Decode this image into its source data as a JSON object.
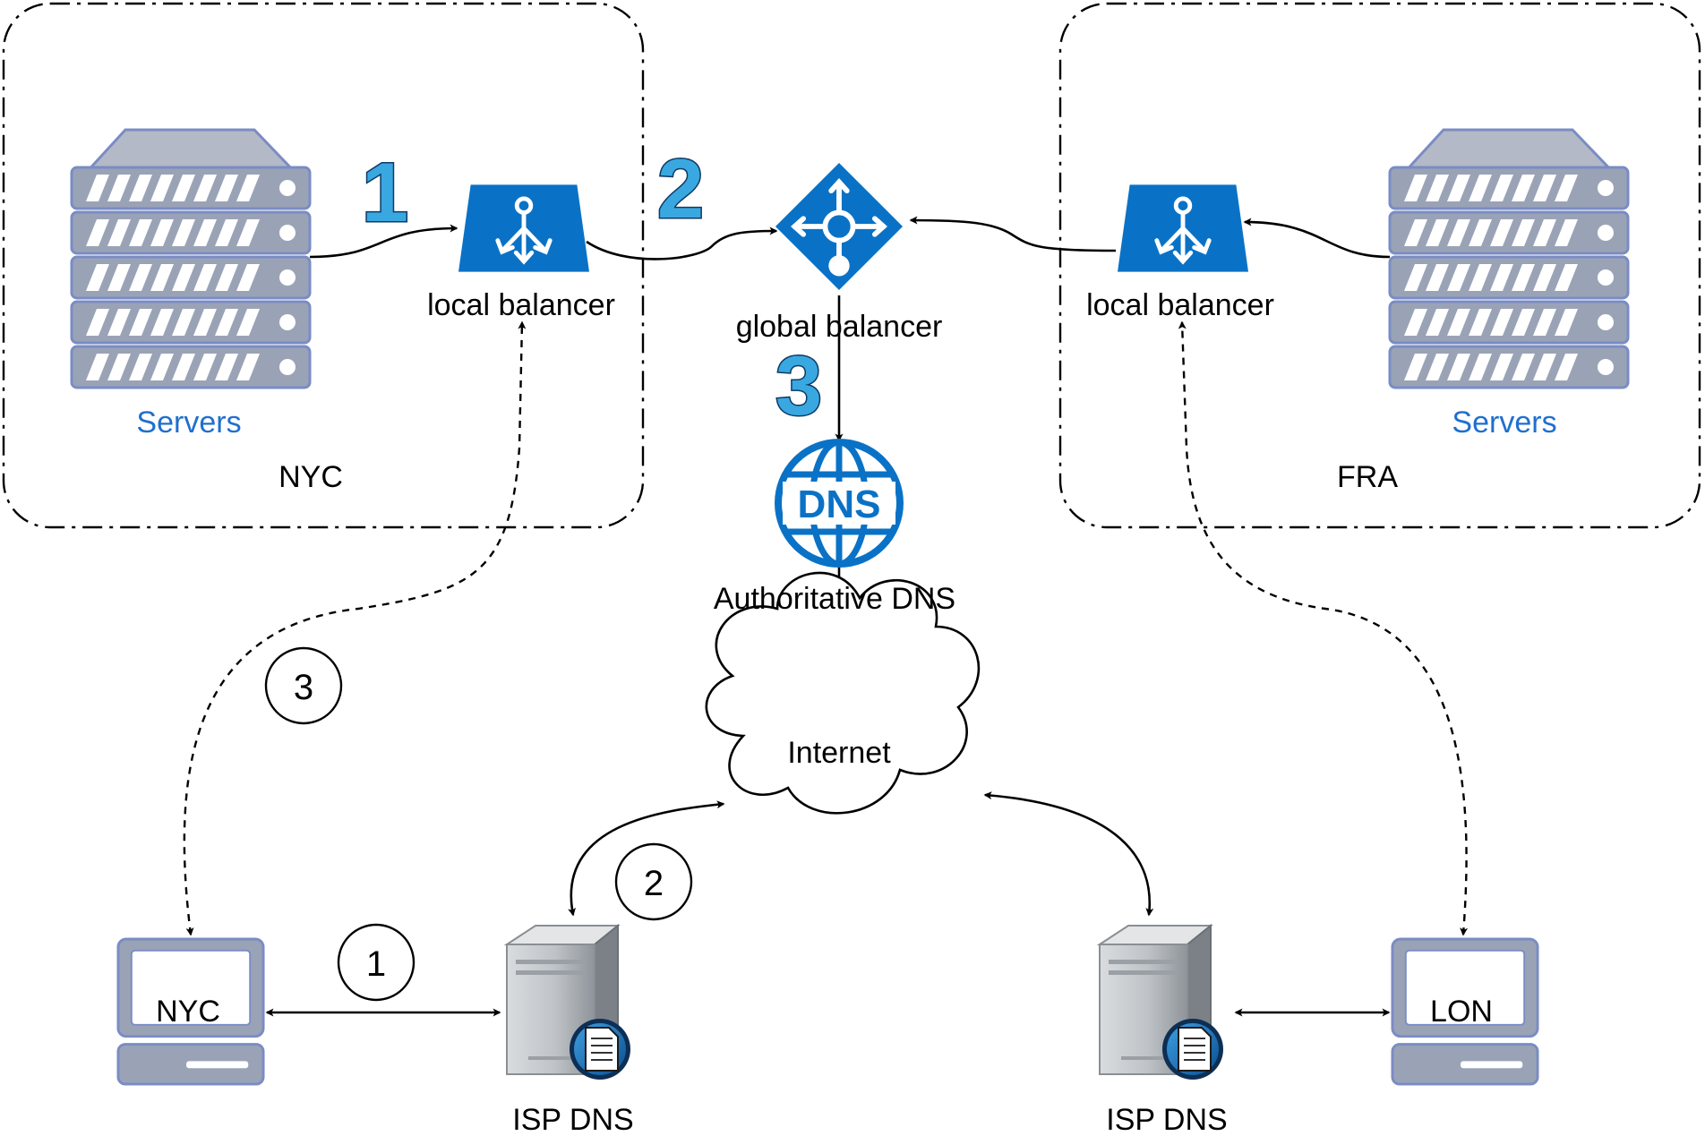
{
  "regions": {
    "nyc": "NYC",
    "fra": "FRA"
  },
  "nodes": {
    "servers_nyc": "Servers",
    "servers_fra": "Servers",
    "local_balancer_nyc": "local balancer",
    "local_balancer_fra": "local balancer",
    "global_balancer": "global balancer",
    "authoritative_dns": "Authoritative DNS",
    "dns_badge": "DNS",
    "internet": "Internet",
    "client_nyc": "NYC",
    "client_lon": "LON",
    "isp_dns_left": "ISP DNS",
    "isp_dns_right": "ISP DNS"
  },
  "step_labels": {
    "big_1": "1",
    "big_2": "2",
    "big_3": "3",
    "circle_1": "1",
    "circle_2": "2",
    "circle_3": "3"
  },
  "colors": {
    "azure_blue": "#0072c6",
    "server_gray": "#9aa3b6",
    "server_outline": "#7a8cc4",
    "big_number_fill": "#3aa8e0",
    "label_blue": "#1f6fcf"
  },
  "icons": {
    "servers": "server-rack-icon",
    "local_balancer": "load-balancer-icon",
    "global_balancer": "traffic-manager-icon",
    "dns": "dns-globe-icon",
    "internet": "cloud-icon",
    "client": "desktop-computer-icon",
    "isp_dns": "dns-server-icon"
  }
}
